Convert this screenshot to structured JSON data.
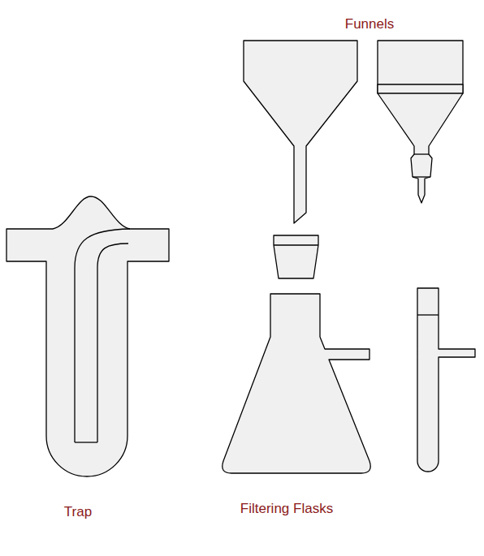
{
  "diagram": {
    "labels": [
      "Funnels",
      "Trap",
      "Filtering Flasks"
    ]
  }
}
